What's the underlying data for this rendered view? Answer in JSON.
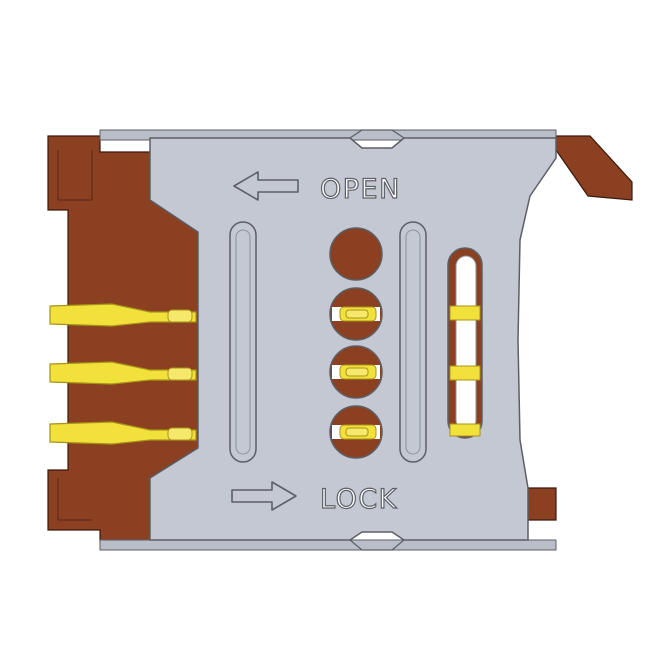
{
  "labels": {
    "open": "OPEN",
    "lock": "LOCK"
  },
  "colors": {
    "background": "#ffffff",
    "housing": "#8a4021",
    "housing_shadow": "#6e3119",
    "cover": "#c3c8d3",
    "cover_edge": "#5c5f66",
    "contact_gold": "#f2e03b",
    "contact_edge": "#a69318",
    "slot_fill": "#ffffff"
  },
  "icons": {
    "open_arrow": "left-arrow-outline",
    "lock_arrow": "right-arrow-outline"
  }
}
